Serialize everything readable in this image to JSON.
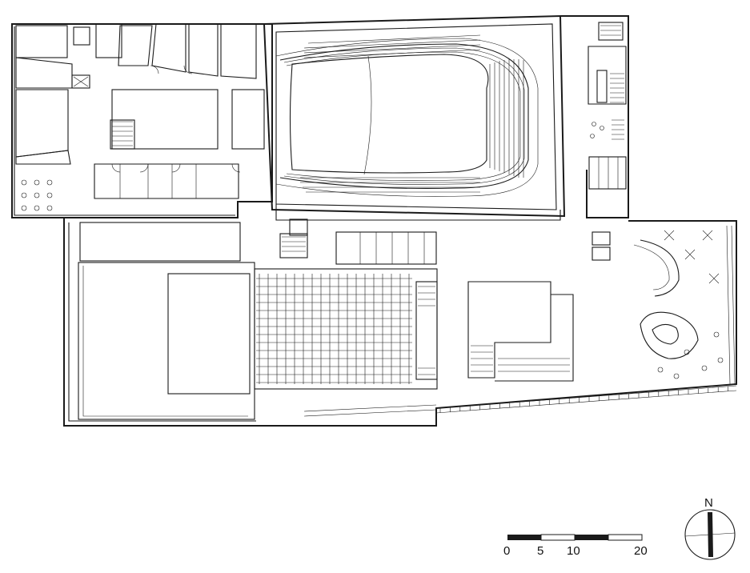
{
  "drawing": {
    "type": "architectural floor plan",
    "line_color": "#1a1a1a",
    "background": "#ffffff"
  },
  "north_arrow": {
    "label": "N",
    "icon": "north-arrow-icon"
  },
  "scale_bar": {
    "labels": [
      "0",
      "5",
      "10",
      "20"
    ],
    "segments": 4
  }
}
